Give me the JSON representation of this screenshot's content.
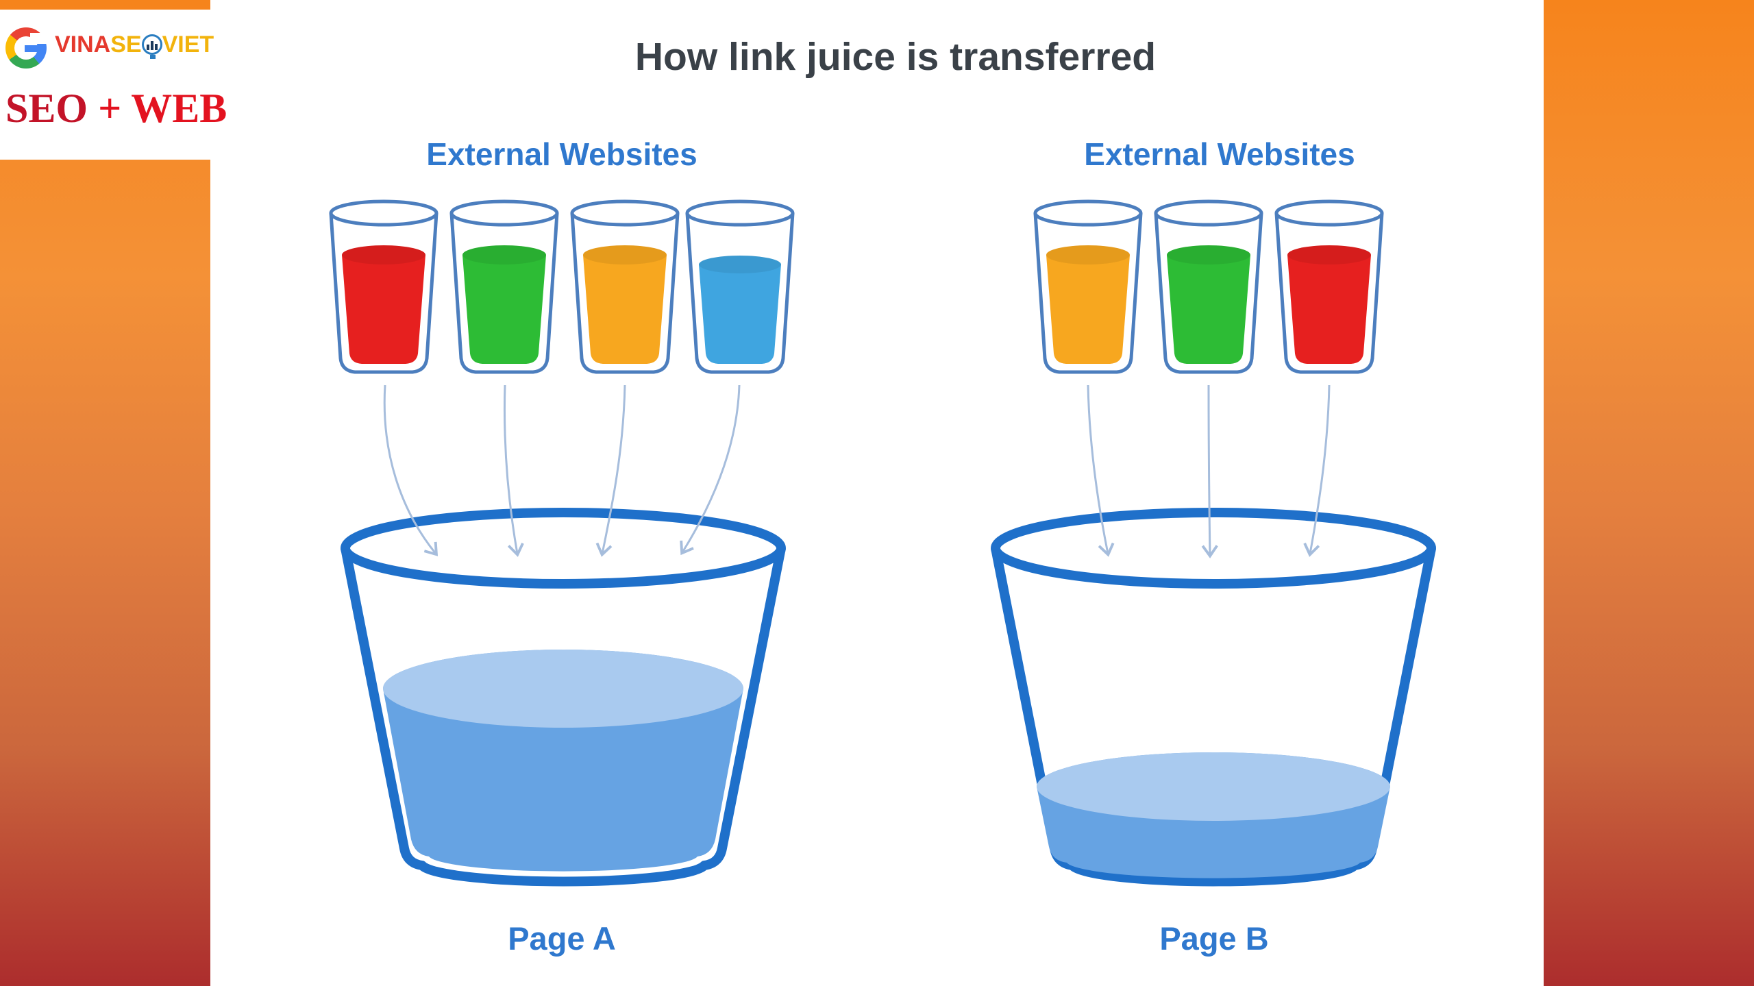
{
  "logo": {
    "g_icon": "google-g-icon",
    "brand": {
      "vina": "VINA",
      "se": "SE",
      "globe_icon": "seo-globe-icon",
      "viet": "VIET"
    },
    "tagline": {
      "seo": "SEO",
      "plus": "+",
      "web": "WEB"
    }
  },
  "title": "How link juice is transferred",
  "diagram": {
    "left": {
      "label": "External Websites",
      "cups": [
        {
          "name": "red-juice-cup",
          "color": "#E6201F"
        },
        {
          "name": "green-juice-cup",
          "color": "#2DBC35"
        },
        {
          "name": "orange-juice-cup",
          "color": "#F7A71F"
        },
        {
          "name": "blue-juice-cup",
          "color": "#3FA5E0"
        }
      ],
      "bucket_label": "Page A",
      "bucket_fill_percent": 62
    },
    "right": {
      "label": "External Websites",
      "cups": [
        {
          "name": "orange-juice-cup",
          "color": "#F7A71F"
        },
        {
          "name": "green-juice-cup",
          "color": "#2DBC35"
        },
        {
          "name": "red-juice-cup",
          "color": "#E6201F"
        }
      ],
      "bucket_label": "Page B",
      "bucket_fill_percent": 22
    }
  },
  "colors": {
    "bandTop": "#F6841C",
    "bandUpper": "#F49137",
    "bandMid": "#E47F3E",
    "bandLower": "#CB673D",
    "bandBottom": "#AC2D2D",
    "titleColor": "#3A4148",
    "labelBlue": "#2F78CE",
    "bucketOutline": "#1F70CA",
    "cupOutline": "#4C7EBE",
    "liquidBody": "#66A3E3",
    "liquidTop": "#A9CAEF",
    "arrow": "#A6BDDC",
    "logoRed": "#E5392D",
    "logoGold": "#F2B30C",
    "taglineDark": "#C31328",
    "taglineBright": "#E3121F"
  }
}
